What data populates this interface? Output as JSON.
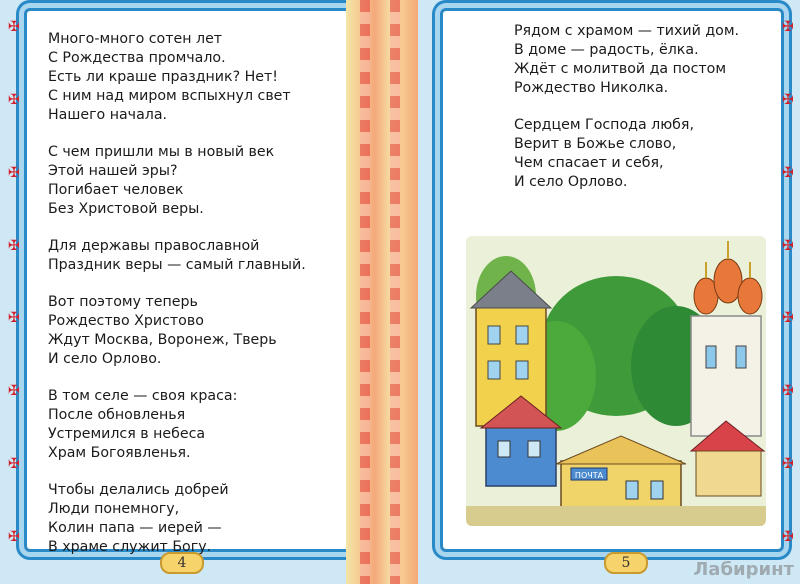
{
  "left_page": {
    "stanzas": [
      [
        "Много-много сотен лет",
        "С Рождества промчало.",
        "Есть ли краше праздник? Нет!",
        "С ним над миром вспыхнул свет",
        "Нашего начала."
      ],
      [
        "С чем пришли мы в новый век",
        "Этой нашей эры?",
        "Погибает человек",
        "Без Христовой веры."
      ],
      [
        "Для державы православной",
        "Праздник веры — самый главный."
      ],
      [
        "Вот поэтому теперь",
        "Рождество Христово",
        "Ждут Москва, Воронеж, Тверь",
        "И село Орлово."
      ],
      [
        "В том селе — своя краса:",
        "После обновленья",
        "Устремился в небеса",
        "Храм Богоявленья."
      ],
      [
        "Чтобы делались добрей",
        "Люди понемногу,",
        "Колин папа — иерей —",
        "В храме служит Богу."
      ]
    ],
    "page_number": "4"
  },
  "right_page": {
    "stanzas": [
      [
        "Рядом с храмом — тихий дом.",
        "В доме — радость, ёлка.",
        "Ждёт с молитвой да постом",
        "Рождество Николка."
      ],
      [
        "Сердцем Господа любя,",
        "Верит в Божье слово,",
        "Чем спасает и себя,",
        "И село Орлово."
      ]
    ],
    "page_number": "5",
    "illustration": {
      "sign_text": "ПОЧТА"
    }
  },
  "watermark": "Лабиринт",
  "colors": {
    "frame_blue": "#2a8ac8",
    "frame_light_blue": "#a9d6ef",
    "ornament_red": "#d0202a",
    "spine_peach": "#f4a97b"
  }
}
